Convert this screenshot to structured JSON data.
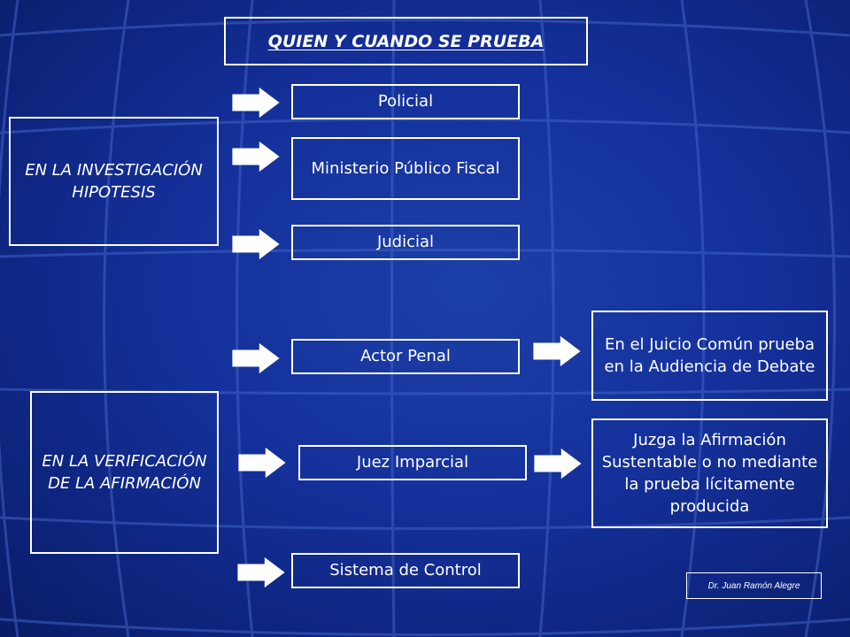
{
  "title": "QUIEN Y CUANDO SE PRUEBA",
  "groups": {
    "investigation": "EN LA INVESTIGACIÓN HIPOTESIS",
    "verification": "EN LA VERIFICACIÓN DE LA AFIRMACIÓN"
  },
  "investigation_actors": {
    "policial": "Policial",
    "ministerio": "Ministerio Público Fiscal",
    "judicial": "Judicial"
  },
  "verification_actors": {
    "actor_penal": "Actor Penal",
    "juez": "Juez Imparcial",
    "sistema": "Sistema de Control"
  },
  "outcomes": {
    "juicio": "En el Juicio Común prueba en la Audiencia de Debate",
    "juzga": "Juzga la Afirmación Sustentable o no mediante la prueba lícitamente producida"
  },
  "credit": "Dr. Juan Ramón Alegre",
  "colors": {
    "background": "#14309a",
    "grid_lines": "#3f63c8",
    "box_border": "#ffffff",
    "text": "#ffffff"
  }
}
